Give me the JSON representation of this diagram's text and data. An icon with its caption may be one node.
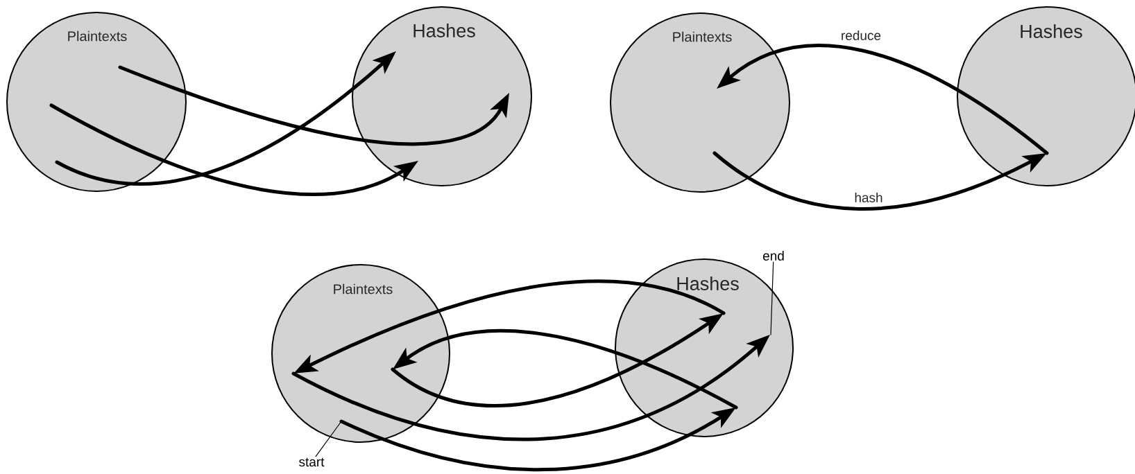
{
  "diagram": {
    "nodes": [
      {
        "text": [
          "Plaintexts"
        ]
      },
      {
        "text": [
          "Hashes"
        ]
      },
      {
        "text": [
          "Plaintexts"
        ]
      },
      {
        "text": [
          "Hashes"
        ]
      },
      {
        "text": [
          "Plaintexts"
        ]
      },
      {
        "text": [
          "Hashes"
        ]
      },
      {
        "text": [
          "start"
        ]
      },
      {
        "text": [
          "end"
        ]
      }
    ],
    "edges": [
      {
        "from": 0,
        "to": 1,
        "arrow": "to"
      },
      {
        "from": 0,
        "to": 1,
        "arrow": "to"
      },
      {
        "from": 0,
        "to": 1,
        "arrow": "to"
      },
      {
        "from": 2,
        "to": 3,
        "arrow": "to",
        "label": "hash"
      },
      {
        "from": 3,
        "to": 2,
        "arrow": "to",
        "label": "reduce"
      },
      {
        "from": 4,
        "to": 5,
        "arrow": "to"
      },
      {
        "from": 5,
        "to": 4,
        "arrow": "to"
      },
      {
        "from": 4,
        "to": 5,
        "arrow": "to"
      },
      {
        "from": 5,
        "to": 4,
        "arrow": "to"
      },
      {
        "from": 4,
        "to": 5,
        "arrow": "to"
      },
      {
        "from": 6,
        "to": 4,
        "arrow": "none"
      },
      {
        "from": 7,
        "to": 5,
        "arrow": "none"
      }
    ]
  }
}
